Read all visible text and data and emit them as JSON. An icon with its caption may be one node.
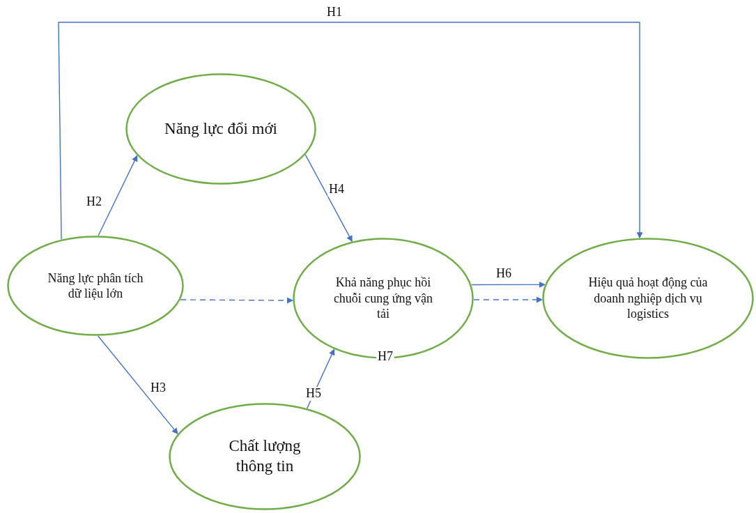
{
  "diagram": {
    "nodes": [
      {
        "text": [
          "Năng lực phân tích dữ liệu lớn"
        ]
      },
      {
        "text": [
          "Năng lực đổi mới"
        ]
      },
      {
        "text": [
          "Khả năng phục hồi chuỗi cung ứng vận tải"
        ]
      },
      {
        "text": [
          "Hiệu quả hoạt động của doanh nghiệp dịch vụ logistics"
        ]
      },
      {
        "text": [
          "Chất lượng thông tin"
        ]
      }
    ],
    "edges": [
      {
        "from": 0,
        "to": 3,
        "arrow": "to",
        "label": "H1"
      },
      {
        "from": 0,
        "to": 1,
        "arrow": "to",
        "label": "H2"
      },
      {
        "from": 1,
        "to": 2,
        "arrow": "to",
        "label": "H4"
      },
      {
        "from": 0,
        "to": 4,
        "arrow": "to",
        "label": "H3"
      },
      {
        "from": 4,
        "to": 2,
        "arrow": "to",
        "label": "H5"
      },
      {
        "from": 0,
        "to": 2,
        "arrow": "to",
        "style": "dashed"
      },
      {
        "from": 2,
        "to": 3,
        "arrow": "to",
        "label": "H6"
      },
      {
        "from": 2,
        "to": 3,
        "arrow": "to",
        "style": "dashed"
      }
    ],
    "labels": [
      "H7"
    ]
  }
}
